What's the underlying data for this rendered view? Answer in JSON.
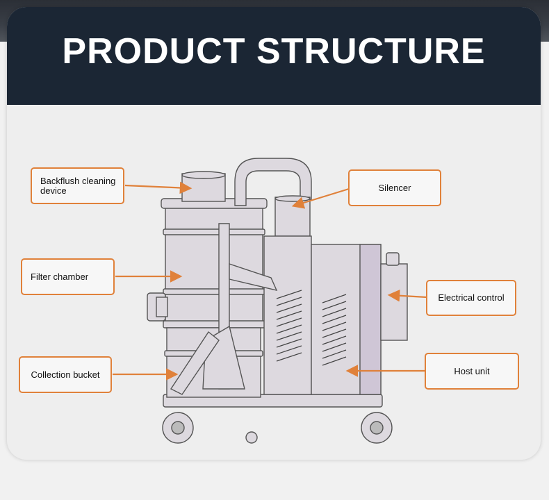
{
  "title": "PRODUCT STRUCTURE",
  "labels": {
    "backflush": "Backflush cleaning device",
    "silencer": "Silencer",
    "filter_chamber": "Filter chamber",
    "electrical_control": "Electrical control",
    "collection_bucket": "Collection bucket",
    "host_unit": "Host unit"
  },
  "colors": {
    "header": "#1b2634",
    "accent": "#e0813a",
    "machine_body": "#d9d6dc",
    "machine_outline": "#555555"
  }
}
